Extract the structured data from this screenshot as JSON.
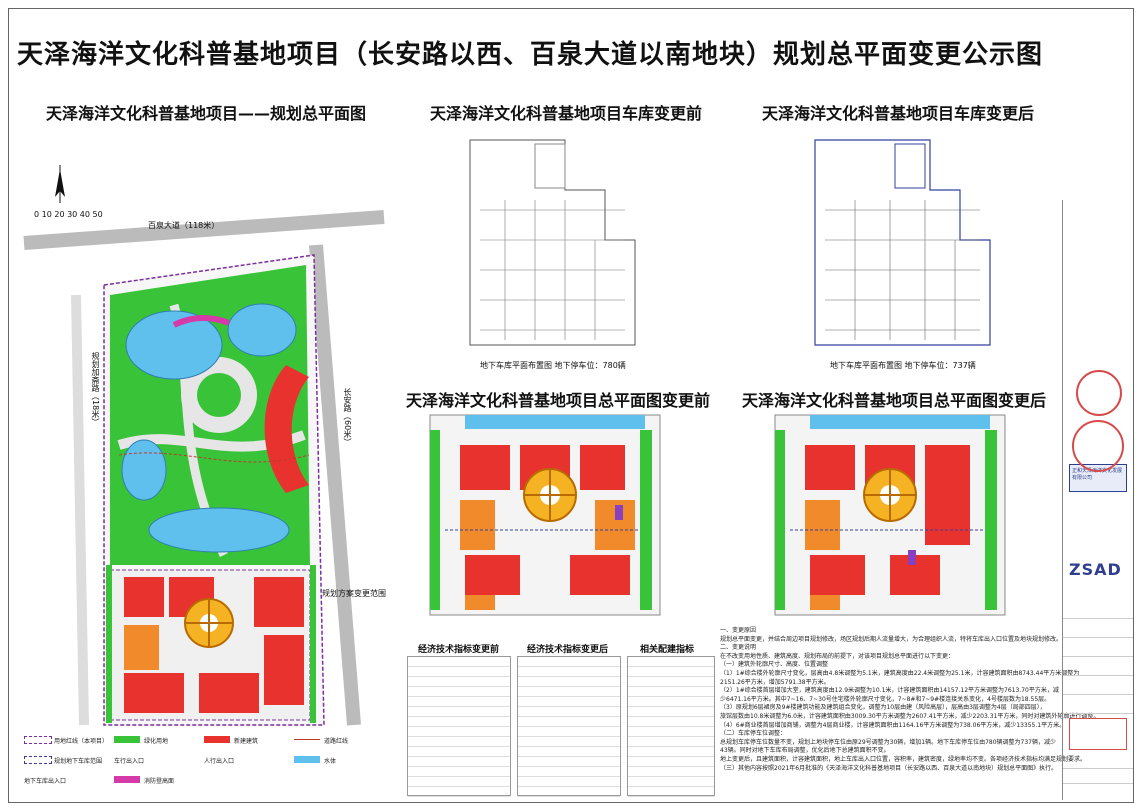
{
  "main_title": "天泽海洋文化科普基地项目（长安路以西、百泉大道以南地块）规划总平面变更公示图",
  "panels": {
    "master_plan": "天泽海洋文化科普基地项目——规划总平面图",
    "garage_before": "天泽海洋文化科普基地项目车库变更前",
    "garage_after": "天泽海洋文化科普基地项目车库变更后",
    "site_before": "天泽海洋文化科普基地项目总平面图变更前",
    "site_after": "天泽海洋文化科普基地项目总平面图变更后"
  },
  "master_labels": {
    "road_north": "百泉大道（118米）",
    "road_east": "长安路（60米）",
    "road_west": "规划加斋路（18米）",
    "change_scope": "规划方案变更范围",
    "scale": "0 10 20 30 40 50"
  },
  "garage_captions": {
    "before": "地下车库平面布置图  地下停车位：780辆",
    "after": "地下车库平面布置图  地下停车位：737辆"
  },
  "tables": {
    "before": "经济技术指标变更前",
    "after": "经济技术指标变更后",
    "facilities": "相关配建指标"
  },
  "notes": [
    "一、变更原因",
    "规划总平面变更，并结合周边项目规划修改，场区规划后期人流量增大，为合理组织人流，特将车库出入口位置及地块规划修改。",
    "二、变更说明",
    "在不改变用地性质、建筑高度、规划布局的前提下，对该项目规划总平面进行以下变更：",
    "（一）建筑外轮廓尺寸、高度、位置调整",
    "（1）1#综合楼外轮廓尺寸变化，层高由4.8米调整为5.1米，建筑高度由22.4米调整为25.1米，计容建筑面积由8743.44平方米调整为",
    "2151.26平方米，增加5791.38平方米。",
    "（2）1#综合楼首层增加大堂，建筑高度由12.9米调整为10.1米，计容建筑面积由14157.12平方米调整为7613.70平方米，减",
    "少6471.16平方米。其中7~16、7~30号住宅楼外轮廓尺寸变化，7~8#和7~9#楼连接关系变化，4号楼层数为18.55层。",
    "（3）原规划6层裙房及9#楼建筑功能及建筑组合变化，调整为10层由建（风险高层），层高由3层调整为4层（局部四层），",
    "旅馆层数由10.8米调整为6.0米，计容建筑面积由3009.30平方米调整为2607.41平方米，减少2203.31平方米，同时对建筑外轮廓进行调整。",
    "（4）6#商业楼首层增加商铺，调整为4层商业楼，计容建筑面积由1164.16平方米调整为738.06平方米，减少13355.1平方米。",
    "（二）车库停车位调整：",
    "总规划车库停车位数量不变，规划上地块停车位由原29号调整为30辆，增加1辆。地下车库停车位由780辆调整为737辆，减少",
    "43辆。同时对地下车库布局调整，优化后地下总建筑面积不变。",
    "地上变更后，且建筑面积，计容建筑面积，地上车库出入口位置，容积率，建筑密度，绿地率均不变。各项经济技术指标均满足规划要求。",
    "（三）其他内容按照2021年6月批准的《天泽海洋文化科普基地项目（长安路以西、百泉大道以南地块）规划总平面图》执行。"
  ],
  "legend": [
    "用地红线（本项目）",
    "绿化用地",
    "新建建筑",
    "道路红线",
    "规划地下车库范围",
    "车行出入口",
    "人行出入口",
    "水体",
    "地下车库出入口",
    "消防登高面"
  ],
  "titleblock": {
    "brand": "ZSAD",
    "company": "正和天泽海洋文化发展有限公司"
  },
  "colors": {
    "green": "#39c339",
    "red": "#e8322e",
    "orange": "#f08a2a",
    "blue": "#5fc0ee",
    "purple": "#8a3fbf",
    "magenta": "#d63aa8"
  }
}
